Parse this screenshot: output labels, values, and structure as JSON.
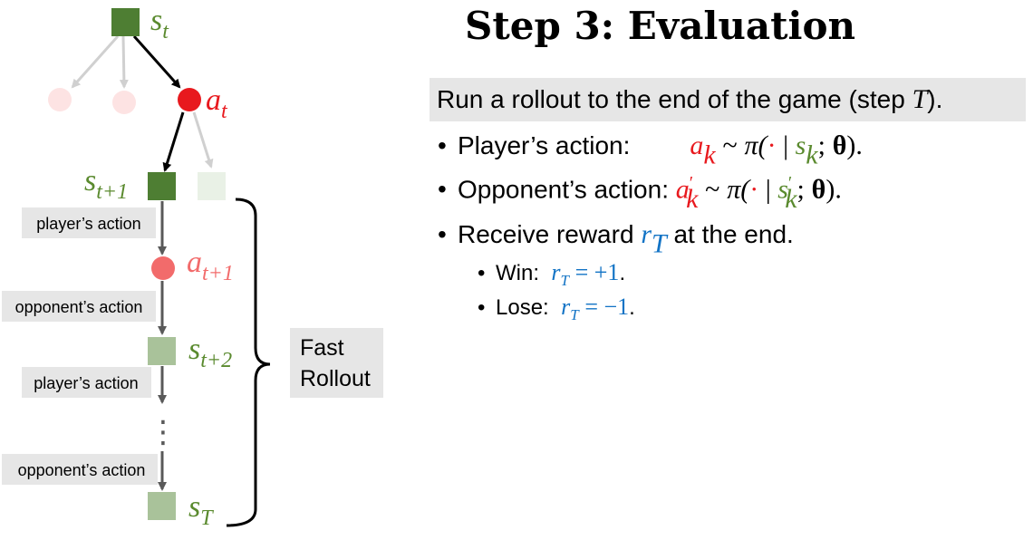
{
  "title": "Step 3: Evaluation",
  "banner": {
    "text_before": "Run a rollout to the end of the game (step ",
    "var": "T",
    "text_after": ")."
  },
  "bullets": [
    {
      "label": "Player’s action:",
      "lhs": "a",
      "lhs_sub": "k",
      "tilde": "~",
      "pi": "π(",
      "dot": "·",
      "bar": " | ",
      "s": "s",
      "s_sub": "k",
      "semi": ";",
      "theta": "θ",
      "close": ")."
    },
    {
      "label": "Opponent’s action: ",
      "lhs": "a",
      "lhs_prime": "′",
      "lhs_sub": "k",
      "tilde": "~",
      "pi": "π(",
      "dot": "·",
      "bar": " | ",
      "s": "s",
      "s_prime": "′",
      "s_sub": "k",
      "semi": ";",
      "theta": "θ",
      "close": ")."
    },
    {
      "text_before": "Receive reward ",
      "var": "r",
      "var_sub": "T",
      "text_after": " at the end."
    }
  ],
  "subbullets": [
    {
      "label": "Win:",
      "var": "r",
      "var_sub": "T",
      "eq": "= +1",
      "end": "."
    },
    {
      "label": "Lose:",
      "var": "r",
      "var_sub": "T",
      "eq": "= −1",
      "end": "."
    }
  ],
  "diagram": {
    "node_labels": {
      "s_t": {
        "base": "s",
        "sub": "t"
      },
      "a_t": {
        "base": "a",
        "sub": "t"
      },
      "s_t1": {
        "base": "s",
        "sub": "t+1"
      },
      "a_t1": {
        "base": "a",
        "sub": "t+1"
      },
      "s_t2": {
        "base": "s",
        "sub": "t+2"
      },
      "s_T": {
        "base": "s",
        "sub": "T"
      }
    },
    "edge_labels": [
      "player’s action",
      "opponent’s action",
      "player’s action",
      "opponent’s action"
    ],
    "ellipsis": "⋮",
    "brace_label": [
      "Fast",
      "Rollout"
    ]
  },
  "colors": {
    "state_dark": "#4e7e33",
    "state_light": "#a9c29a",
    "state_faint": "#e9f1e6",
    "action_red": "#e8191e",
    "action_light_red": "#f26b6b",
    "action_faint": "#fde3e3",
    "label_bg": "#e6e6e6",
    "arrow_gray": "#595959"
  }
}
